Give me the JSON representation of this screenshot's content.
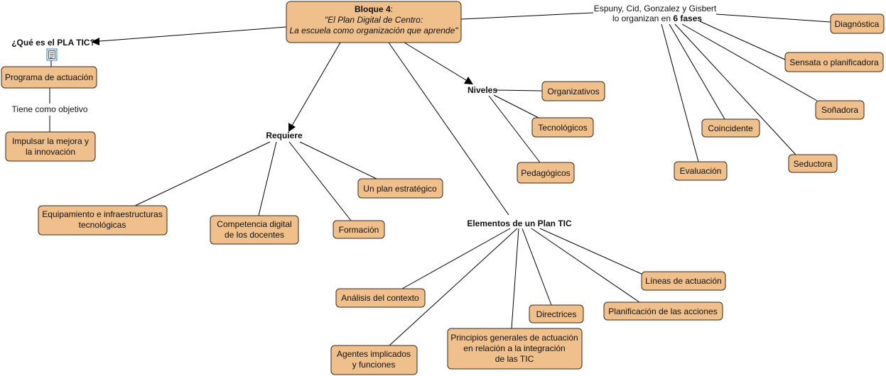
{
  "colors": {
    "node_fill": "#efbf8c",
    "line": "#000000"
  },
  "main": {
    "title": "Bloque 4",
    "title_suffix": ":",
    "subtitle_1": "\"El Plan Digital de Centro:",
    "subtitle_2": "La escuela como organización que aprende\""
  },
  "que_es": {
    "question": "¿Qué es el PLA TIC?",
    "doc_icon": "document-icon",
    "programa": "Programa de actuación",
    "objetivo_link": "Tiene como objetivo",
    "impulsar_1": "Impulsar la mejora y",
    "impulsar_2": "la innovación"
  },
  "requiere": {
    "label": "Requiere",
    "equipamiento_1": "Equipamiento e infraestructuras",
    "equipamiento_2": "tecnológicas",
    "competencia_1": "Competencia digital",
    "competencia_2": "de los docentes",
    "formacion": "Formación",
    "plan": "Un plan estratégico"
  },
  "niveles": {
    "label": "Niveles",
    "organizativos": "Organizativos",
    "tecnologicos": "Tecnológicos",
    "pedagogicos": "Pedagógicos"
  },
  "elementos": {
    "label": "Elementos de un Plan TIC",
    "analisis": "Análisis del contexto",
    "agentes_1": "Agentes implicados",
    "agentes_2": "y funciones",
    "principios_1": "Principios generales de actuación",
    "principios_2": "en relación a la integración",
    "principios_3": "de las TIC",
    "directrices": "Directrices",
    "planificacion": "Planificación de las acciones",
    "lineas": "Líneas de actuación"
  },
  "fases": {
    "link_1": "Espuny, Cid, Gonzalez y Gisbert",
    "link_2a": "lo organizan en ",
    "link_2b": "6 fases",
    "diagnostica": "Diagnóstica",
    "sensata": "Sensata o planificadora",
    "sonadora": "Soñadora",
    "seductora": "Seductora",
    "coincidente": "Coincidente",
    "evaluacion": "Evaluación"
  }
}
